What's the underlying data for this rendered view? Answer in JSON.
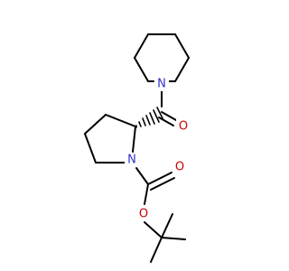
{
  "molecule": {
    "atoms": {
      "n_piperidine": {
        "symbol": "N",
        "color": "#3333cc"
      },
      "o_carbonyl_amide": {
        "symbol": "O",
        "color": "#cc0000"
      },
      "n_pyrrolidine": {
        "symbol": "N",
        "color": "#3333cc"
      },
      "o_carbonyl_ester": {
        "symbol": "O",
        "color": "#cc0000"
      },
      "o_ester": {
        "symbol": "O",
        "color": "#cc0000"
      }
    },
    "bond_color": "#000000",
    "stereo_bond": "hashed wedge"
  }
}
